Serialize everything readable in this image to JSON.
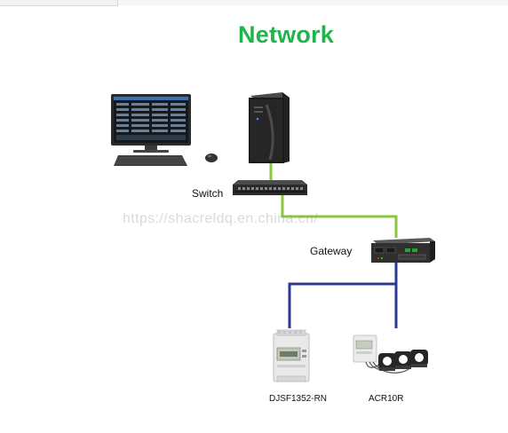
{
  "title": "Network",
  "labels": {
    "switch": "Switch",
    "gateway": "Gateway",
    "meter1": "DJSF1352-RN",
    "meter2": "ACR10R"
  },
  "watermark": "https://shacreldq.en.china.cn/",
  "colors": {
    "title": "#1fb54b",
    "ethernet_link": "#8cc63e",
    "rs485_link": "#2b3990"
  },
  "nodes": [
    {
      "id": "monitoring-pc",
      "icon": "desktop-computer-icon"
    },
    {
      "id": "server",
      "icon": "tower-server-icon"
    },
    {
      "id": "switch",
      "icon": "network-switch-icon"
    },
    {
      "id": "gateway",
      "icon": "gateway-device-icon"
    },
    {
      "id": "djsf1352-rn",
      "icon": "din-rail-meter-icon"
    },
    {
      "id": "acr10r",
      "icon": "meter-with-ct-icon"
    }
  ]
}
